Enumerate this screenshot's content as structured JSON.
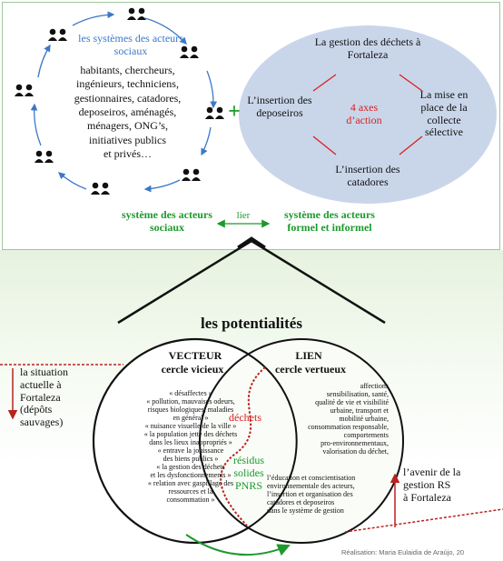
{
  "system_actors_title": "les systèmes des acteurs sociaux",
  "actors_list": [
    "habitants, chercheurs,",
    "ingénieurs, techniciens,",
    "gestionnaires, catadores,",
    "deposeiros, aménagés,",
    "ménagers, ONG’s,",
    "initiatives publics",
    "et privés…"
  ],
  "plus_sign": "+",
  "ellipse": {
    "top": "La gestion des déchets à Fortaleza",
    "left": "L’insertion des deposeiros",
    "center": "4 axes d’action",
    "right": "La mise en place de la collecte sélective",
    "bottom": "L’insertion des catadores"
  },
  "link": {
    "left": "système des acteurs sociaux",
    "middle": "lier",
    "right": "système des acteurs formel et informel"
  },
  "potentialites_title": "les potentialités",
  "vecteur": {
    "title": "VECTEUR",
    "subtitle": "cercle vicieux",
    "items": [
      "« désaffectes »",
      "« pollution, mauvaises odeurs,",
      "risques biologiques, maladies",
      "en général »",
      "« nuisance visuelle de la ville »",
      "« la population jette des déchets",
      "dans les lieux inappropriés »",
      "« entrave la jouissance",
      "des biens publics »",
      "« la gestion des déchets",
      "et les dysfonctionnements »",
      "« relation avec gaspillage des",
      "ressources et la",
      "consommation »"
    ]
  },
  "lien": {
    "title": "LIEN",
    "subtitle": "cercle vertueux",
    "items": [
      "affections",
      "sensibilisation, santé,",
      "qualité de vie et visibilité",
      "urbaine, transport et",
      "mobilité urbaine,",
      "consommation responsable,",
      "comportements",
      "pro-environnementaux,",
      "valorisation du déchet,",
      "l’éducation et conscientisation",
      "environnementale des acteurs,",
      "l’insertion et organisation des",
      "catadores et deposeiros",
      "dans le système de gestion"
    ]
  },
  "dechets": "déchets",
  "residus": "résidus solides PNRS",
  "left_note": [
    "la situation",
    "actuelle à",
    "Fortaleza",
    "(dépôts",
    "sauvages)"
  ],
  "right_note": [
    "l’avenir de la",
    "gestion RS",
    "à Fortaleza"
  ],
  "credit": "Réalisation: Maria Eulaidia de Araújo, 20",
  "colors": {
    "blue": "#3c78c8",
    "red": "#d8201e",
    "green": "#1c9a2c",
    "ellipse_fill": "#c9d6ea"
  }
}
